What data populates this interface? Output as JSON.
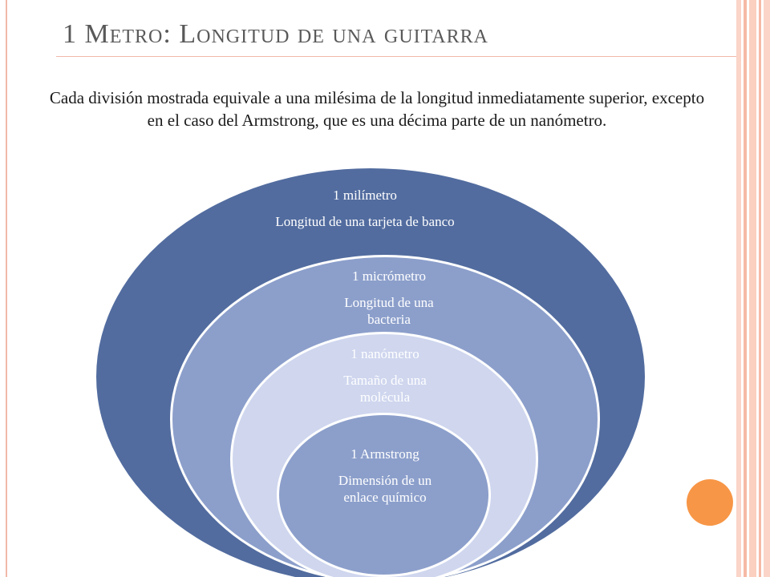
{
  "slide": {
    "title": "1 Metro: Longitud de una guitarra",
    "description": "Cada división mostrada equivale a una milésima de la longitud inmediatamente superior, excepto en el caso del Armstrong, que es una décima parte de un nanómetro."
  },
  "diagram": {
    "levels": [
      {
        "unit": "1 milímetro",
        "description": "Longitud de una tarjeta de banco",
        "color": "#526c9f"
      },
      {
        "unit": "1 micrómetro",
        "description": "Longitud de una bacteria",
        "color": "#8c9fcb"
      },
      {
        "unit": "1 nanómetro",
        "description": "Tamaño de una molécula",
        "color": "#cfd6ee"
      },
      {
        "unit": "1 Armstrong",
        "description": "Dimensión  de un enlace químico",
        "color": "#8c9fcb"
      }
    ]
  },
  "theme": {
    "accent_orange": "#f79646",
    "stripe_color": "#f9c9b8",
    "title_color": "#595959"
  }
}
